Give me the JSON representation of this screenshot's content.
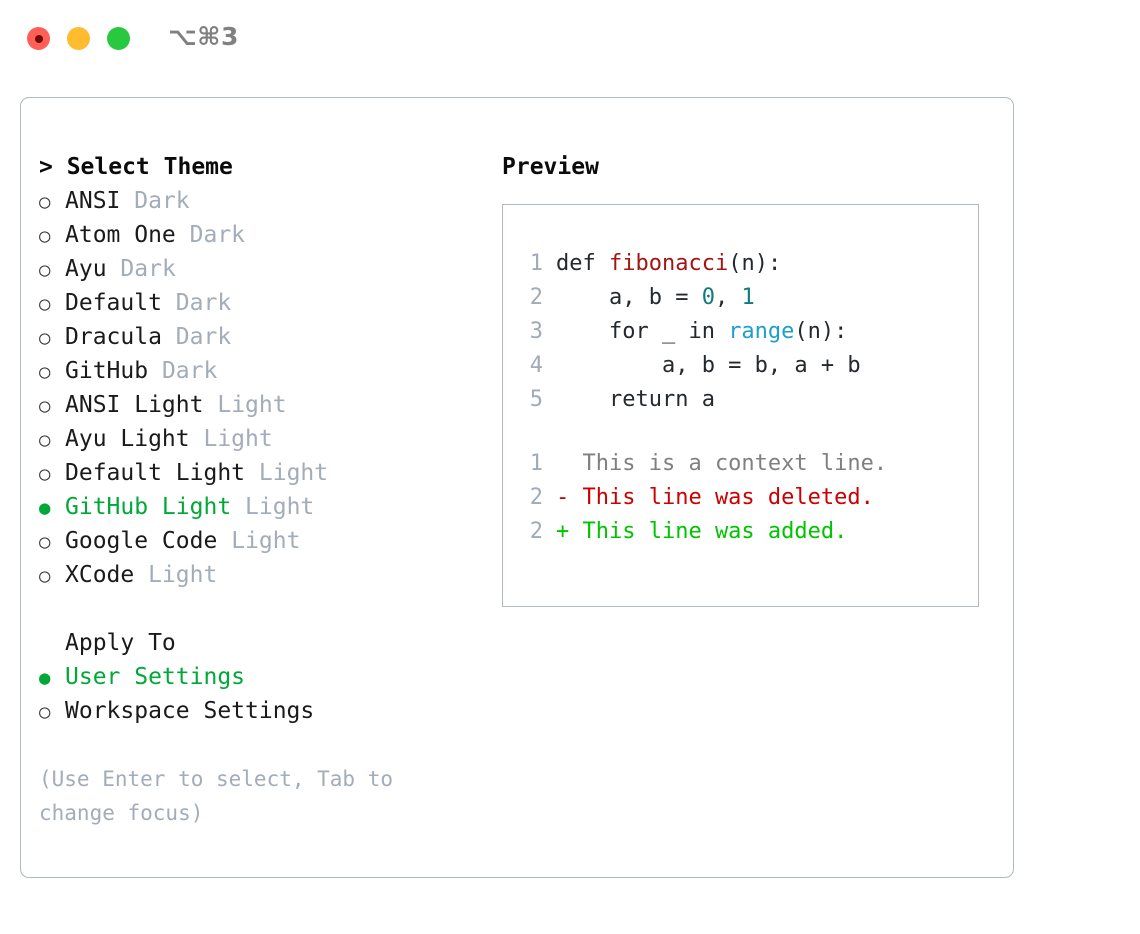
{
  "titlebar": {
    "shortcut": "⌥⌘3",
    "buttons": [
      {
        "name": "close",
        "color": "#FF5F57"
      },
      {
        "name": "minimize",
        "color": "#FEBC2E"
      },
      {
        "name": "zoom",
        "color": "#28C840"
      }
    ]
  },
  "theme_picker": {
    "heading": "> Select Theme",
    "selected_theme": "GitHub Light",
    "marker_unselected": "○",
    "marker_selected": "●",
    "items": [
      {
        "name": "ANSI",
        "kind": "Dark",
        "selected": false
      },
      {
        "name": "Atom One",
        "kind": "Dark",
        "selected": false
      },
      {
        "name": "Ayu",
        "kind": "Dark",
        "selected": false
      },
      {
        "name": "Default",
        "kind": "Dark",
        "selected": false
      },
      {
        "name": "Dracula",
        "kind": "Dark",
        "selected": false
      },
      {
        "name": "GitHub",
        "kind": "Dark",
        "selected": false
      },
      {
        "name": "ANSI Light",
        "kind": "Light",
        "selected": false
      },
      {
        "name": "Ayu Light",
        "kind": "Light",
        "selected": false
      },
      {
        "name": "Default Light",
        "kind": "Light",
        "selected": false
      },
      {
        "name": "GitHub Light",
        "kind": "Light",
        "selected": true
      },
      {
        "name": "Google Code",
        "kind": "Light",
        "selected": false
      },
      {
        "name": "XCode",
        "kind": "Light",
        "selected": false
      }
    ]
  },
  "apply_to": {
    "heading": "Apply To",
    "selected": "User Settings",
    "items": [
      {
        "label": "User Settings",
        "selected": true
      },
      {
        "label": "Workspace Settings",
        "selected": false
      }
    ]
  },
  "hint": "(Use Enter to select, Tab to change focus)",
  "preview": {
    "heading": "Preview",
    "code_lines": [
      {
        "no": "1",
        "tokens": [
          {
            "t": "def ",
            "c": "plain"
          },
          {
            "t": "fibonacci",
            "c": "fn"
          },
          {
            "t": "(n):",
            "c": "plain"
          }
        ]
      },
      {
        "no": "2",
        "tokens": [
          {
            "t": "    a, b = ",
            "c": "plain"
          },
          {
            "t": "0",
            "c": "num"
          },
          {
            "t": ", ",
            "c": "plain"
          },
          {
            "t": "1",
            "c": "num"
          }
        ]
      },
      {
        "no": "3",
        "tokens": [
          {
            "t": "    for _ in ",
            "c": "plain"
          },
          {
            "t": "range",
            "c": "call"
          },
          {
            "t": "(n):",
            "c": "plain"
          }
        ]
      },
      {
        "no": "4",
        "tokens": [
          {
            "t": "        a, b = b, a + b",
            "c": "plain"
          }
        ]
      },
      {
        "no": "5",
        "tokens": [
          {
            "t": "    return a",
            "c": "plain"
          }
        ]
      }
    ],
    "diff_lines": [
      {
        "no": "1",
        "text": "  This is a context line.",
        "kind": "ctx"
      },
      {
        "no": "2",
        "text": "- This line was deleted.",
        "kind": "del"
      },
      {
        "no": "2",
        "text": "+ This line was added.",
        "kind": "add"
      }
    ]
  },
  "colors": {
    "accent_green": "#00A838",
    "muted": "#A3ACB9",
    "border": "#AFB8C4",
    "diff_delete": "#CC0000",
    "diff_add": "#00C400",
    "token_function": "#A31515",
    "token_number": "#0F7B7B",
    "token_call": "#1C9FD0"
  }
}
